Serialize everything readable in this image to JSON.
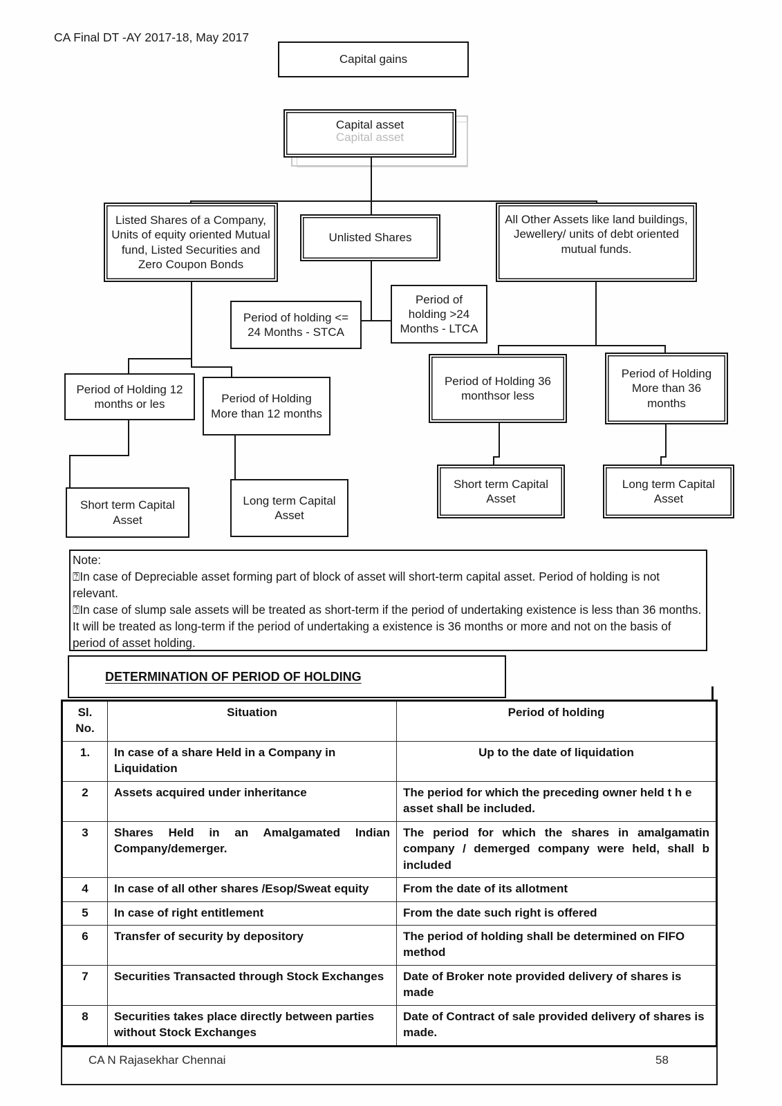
{
  "page": {
    "header": "CA Final DT -AY 2017-18, May 2017",
    "footer": {
      "author": "CA N Rajasekhar Chennai",
      "page_number": "58"
    }
  },
  "flowchart": {
    "capital_gains": "Capital gains",
    "capital_asset": "Capital asset",
    "capital_asset_shadow": "Capital asset",
    "listed_shares": "Listed Shares of a Company, Units of equity oriented Mutual fund, Listed Securities and Zero Coupon Bonds",
    "unlisted_shares": "Unlisted Shares",
    "all_other_assets": "All Other Assets like land buildings, Jewellery/ units of debt oriented mutual funds.",
    "stca": "Period of holding <= 24 Months - STCA",
    "ltca": "Period of holding >24 Months - LTCA",
    "poh_12_or_less": "Period of Holding 12 months or les",
    "poh_more_than_12": "Period of Holding More than 12 months",
    "poh_36_or_less": "Period of Holding 36  monthsor less",
    "poh_more_than_36": "Period of Holding More than 36 months",
    "short_term_left": "Short term Capital Asset",
    "long_term_left": "Long term Capital Asset",
    "short_term_right": "Short term Capital Asset",
    "long_term_right": "Long term Capital Asset"
  },
  "note": {
    "title": "Note:",
    "items": [
      "⍰In case of Depreciable asset forming part of block of asset will short-term capital asset. Period of holding is not relevant.",
      "⍰In case of slump sale assets will be treated as short-term if the period of undertaking existence is less than 36 months. It will be treated as long-term if the period of undertaking a existence is 36 months or more and not on the basis of period of asset holding."
    ]
  },
  "section_title": "DETERMINATION OF PERIOD OF HOLDING",
  "table": {
    "headers": {
      "sl_no": "Sl. No.",
      "situation": "Situation",
      "period": "Period of holding"
    },
    "rows": [
      {
        "no": "1.",
        "situation": "In case of a share Held in a Company in Liquidation",
        "period": "Up to the date of liquidation"
      },
      {
        "no": "2",
        "situation": "Assets acquired under inheritance",
        "period": "The period for which the preceding owner held t h e asset shall be included."
      },
      {
        "no": "3",
        "situation": "Shares Held in an Amalgamated Indian Company/demerger.",
        "period": "The period for which the shares in amalgamatin company / demerged company were held, shall b included"
      },
      {
        "no": "4",
        "situation": "In case of all other shares /Esop/Sweat equity",
        "period": "From the date of its allotment"
      },
      {
        "no": "5",
        "situation": "In case of right entitlement",
        "period": "From the date such right is offered"
      },
      {
        "no": "6",
        "situation": "Transfer of security by depository",
        "period": "The period of holding shall be determined on FIFO method"
      },
      {
        "no": "7",
        "situation": "Securities Transacted through Stock Exchanges",
        "period": "Date of Broker note provided delivery of shares is made"
      },
      {
        "no": "8",
        "situation": "Securities takes place directly between parties without Stock Exchanges",
        "period": "Date of Contract of sale provided delivery of shares is made."
      }
    ]
  }
}
